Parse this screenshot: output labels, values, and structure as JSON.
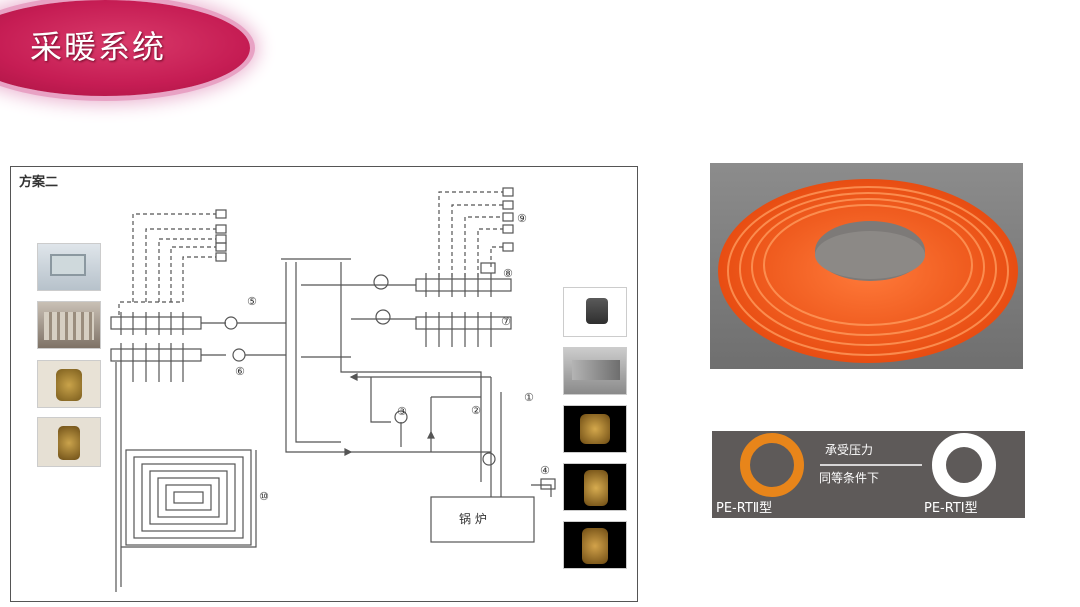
{
  "slide": {
    "title": "采暖系统"
  },
  "diagram": {
    "panel_label": "方案二",
    "boiler_label": "锅 炉",
    "callouts": [
      "①",
      "②",
      "③",
      "④",
      "⑤",
      "⑥",
      "⑦",
      "⑧",
      "⑨",
      "⑩"
    ]
  },
  "comparison": {
    "top_text": "承受压力",
    "bottom_text": "同等条件下",
    "left_label": "PE-RTⅡ型",
    "right_label": "PE-RTⅠ型",
    "colors": {
      "left_ring": "#e8851a",
      "right_ring": "#ffffff",
      "background": "#5e5a59"
    }
  },
  "colors": {
    "title_bg": "#c61d54",
    "pipe_orange": "#f05a1a"
  },
  "icons": {
    "title": "pill-shape",
    "thermostat": "thermostat-icon",
    "manifold": "manifold-icon",
    "valve": "valve-icon",
    "actuator": "actuator-icon",
    "pipe_coil": "pipe-coil-icon"
  }
}
